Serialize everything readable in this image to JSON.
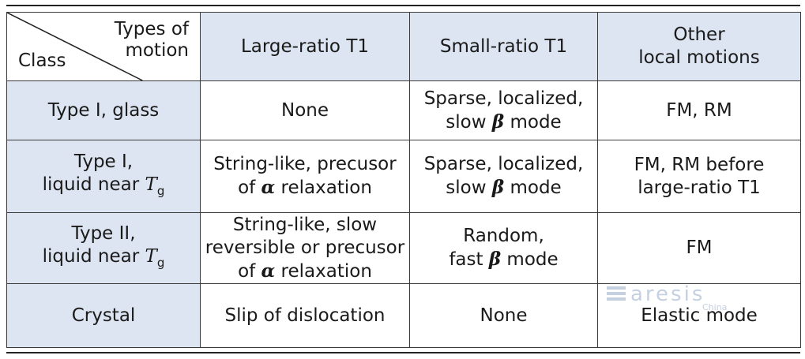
{
  "table": {
    "header": {
      "corner_top_line1": "Types of",
      "corner_top_line2": "motion",
      "corner_bottom": "Class",
      "columns": [
        {
          "line1": "Large-ratio T1"
        },
        {
          "line1": "Small-ratio T1"
        },
        {
          "line1": "Other",
          "line2": "local motions"
        }
      ]
    },
    "rows": [
      {
        "class": {
          "line1": "Type I, glass"
        },
        "large": {
          "line1": "None"
        },
        "small": {
          "line1": "Sparse, localized,",
          "line2_pre": "slow ",
          "line2_sym": "β",
          "line2_post": " mode"
        },
        "other": {
          "line1": "FM, RM"
        }
      },
      {
        "class": {
          "line1": "Type I,",
          "line2_pre": "liquid near ",
          "tvar": "T",
          "tsub": "g"
        },
        "large": {
          "line1": "String-like, precusor",
          "line2_pre": "of ",
          "line2_sym": "α",
          "line2_post": " relaxation"
        },
        "small": {
          "line1": "Sparse, localized,",
          "line2_pre": "slow ",
          "line2_sym": "β",
          "line2_post": " mode"
        },
        "other": {
          "line1": "FM, RM before",
          "line2": "large-ratio T1"
        }
      },
      {
        "class": {
          "line1": "Type II,",
          "line2_pre": "liquid near ",
          "tvar": "T",
          "tsub": "g"
        },
        "large": {
          "line1": "String-like, slow",
          "line2": "reversible or precusor",
          "line3_pre": "of ",
          "line3_sym": "α",
          "line3_post": " relaxation"
        },
        "small": {
          "line1": "Random,",
          "line2_pre": "fast ",
          "line2_sym": "β",
          "line2_post": " mode"
        },
        "other": {
          "line1": "FM"
        }
      },
      {
        "class": {
          "line1": "Crystal"
        },
        "large": {
          "line1": "Slip of dislocation"
        },
        "small": {
          "line1": "None"
        },
        "other": {
          "line1": "Elastic mode"
        }
      }
    ]
  },
  "watermark": {
    "word": "aresis",
    "sub": "China"
  },
  "colors": {
    "shade": "#dde5f2",
    "border": "#3a3a3a",
    "watermark": "#c5d0e0"
  }
}
